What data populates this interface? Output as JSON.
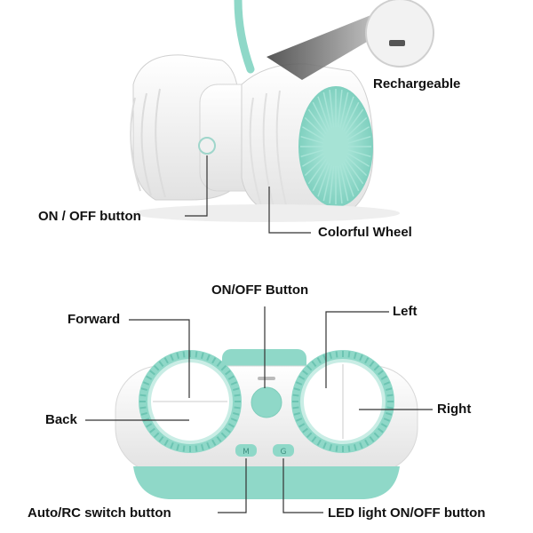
{
  "labels": {
    "rechargeable": "Rechargeable",
    "on_off_button": "ON / OFF button",
    "colorful_wheel": "Colorful Wheel",
    "remote_on_off": "ON/OFF Button",
    "forward": "Forward",
    "left": "Left",
    "back": "Back",
    "right": "Right",
    "auto_rc": "Auto/RC switch button",
    "led_light": "LED light ON/OFF button"
  },
  "remote_keys": {
    "m": "M",
    "g": "G"
  },
  "colors": {
    "mint": "#8fd8c8",
    "mint_dark": "#6cc4b2",
    "body_white": "#f4f4f4",
    "shadow_gray": "#d9d9d9",
    "leader_line": "#333333"
  }
}
